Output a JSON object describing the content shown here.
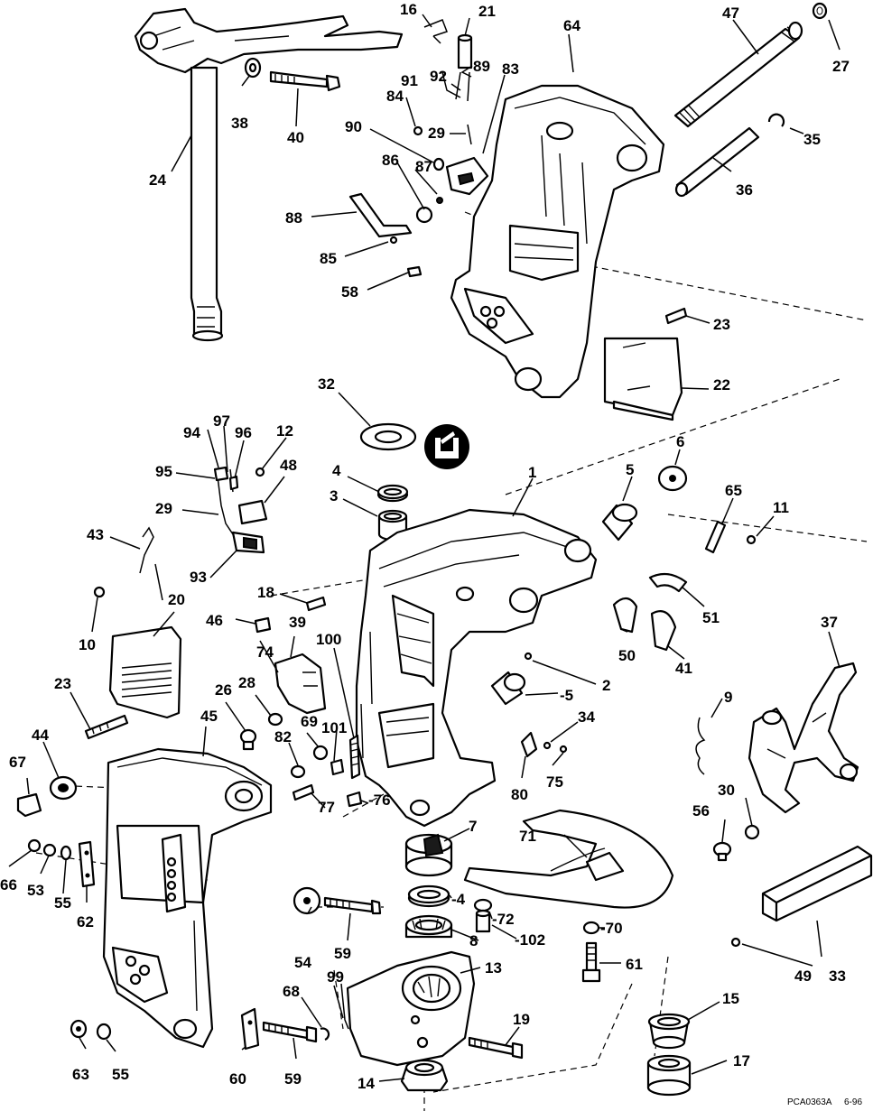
{
  "figure_code": "PCA0363A",
  "figure_date": "6-96",
  "callouts": {
    "c1": "1",
    "c2": "2",
    "c3": "3",
    "c4a": "4",
    "c4b": "-4",
    "c5a": "5",
    "c5b": "-5",
    "c6": "6",
    "c7": "7",
    "c8": "8",
    "c9": "9",
    "c10": "10",
    "c11": "11",
    "c12": "12",
    "c13": "13",
    "c14": "14",
    "c15": "15",
    "c16": "16",
    "c17": "17",
    "c18": "18",
    "c19": "19",
    "c20": "20",
    "c21": "21",
    "c22": "22",
    "c23a": "23",
    "c23b": "23",
    "c24": "24",
    "c26": "26",
    "c27": "27",
    "c28": "28",
    "c29a": "29",
    "c29b": "29",
    "c30": "30",
    "c32": "32",
    "c33": "33",
    "c34": "34",
    "c35": "35",
    "c36": "36",
    "c37": "37",
    "c38": "38",
    "c39": "39",
    "c40": "40",
    "c41": "41",
    "c43": "43",
    "c44": "44",
    "c45": "45",
    "c46": "46",
    "c47": "47",
    "c48": "48",
    "c49": "49",
    "c50": "50",
    "c51": "51",
    "c53": "53",
    "c54": "54",
    "c55a": "55",
    "c55b": "55",
    "c56": "56",
    "c58": "58",
    "c59a": "59",
    "c59b": "59",
    "c60": "60",
    "c61": "61",
    "c62": "62",
    "c63": "63",
    "c64": "64",
    "c65": "65",
    "c66": "66",
    "c67": "67",
    "c68": "68",
    "c69": "69",
    "c70": "-70",
    "c71": "71",
    "c72": "-72",
    "c74": "74",
    "c75": "75",
    "c76": "-76",
    "c77": "77",
    "c80": "80",
    "c82": "82",
    "c83": "83",
    "c84": "84",
    "c85": "85",
    "c86": "86",
    "c87": "87",
    "c88": "88",
    "c89": "89",
    "c90": "90",
    "c91": "91",
    "c92": "92",
    "c93": "93",
    "c94": "94",
    "c95": "95",
    "c96": "96",
    "c97": "97",
    "c99": "99",
    "c100": "100",
    "c101": "101",
    "c102": "-102"
  }
}
